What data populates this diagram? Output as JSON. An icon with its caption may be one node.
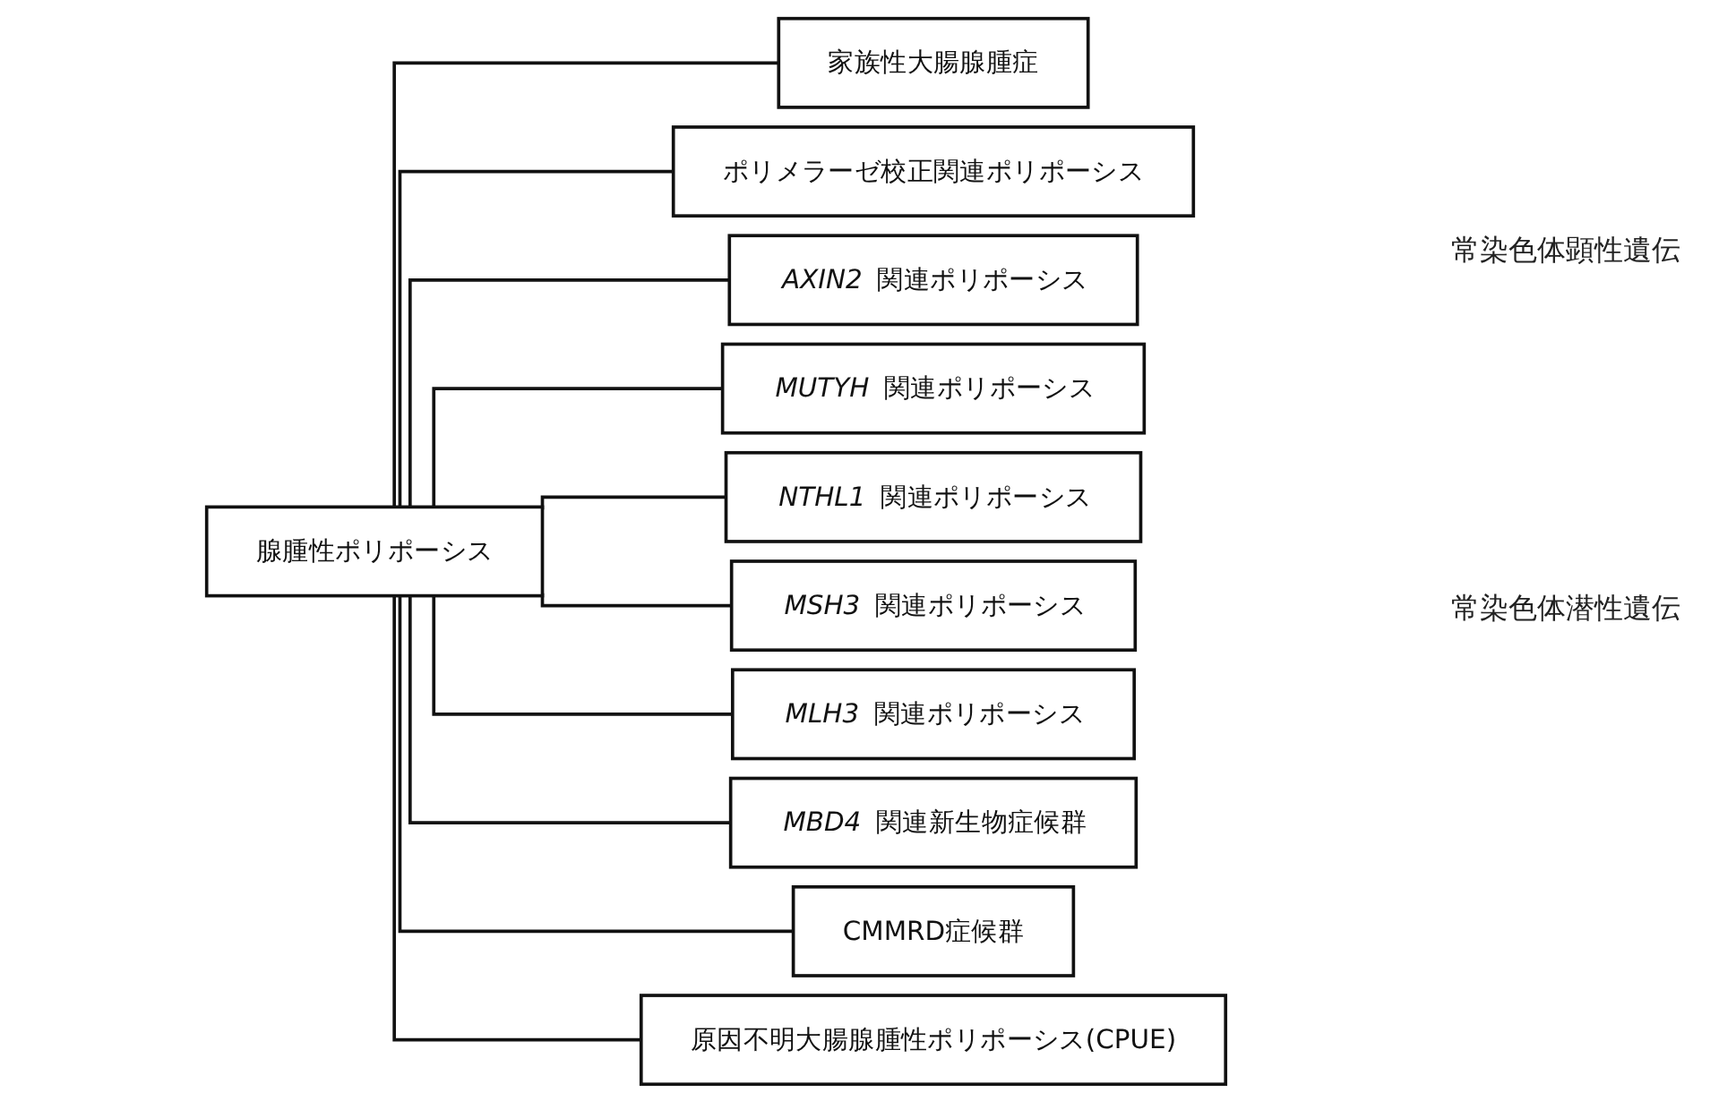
{
  "diagram": {
    "nodes": [
      {
        "text": [
          "腺腫性ポリポーシス"
        ]
      },
      {
        "text": [
          "家族性大腸腺腫症"
        ]
      },
      {
        "text": [
          "ポリメラーゼ校正関連ポリポーシス"
        ]
      },
      {
        "text": [
          "*AXIN2* 関連ポリポーシス"
        ]
      },
      {
        "text": [
          "*MUTYH* 関連ポリポーシス"
        ]
      },
      {
        "text": [
          "*NTHL1* 関連ポリポーシス"
        ]
      },
      {
        "text": [
          "*MSH3* 関連ポリポーシス"
        ]
      },
      {
        "text": [
          "*MLH3* 関連ポリポーシス"
        ]
      },
      {
        "text": [
          "*MBD4* 関連新生物症候群"
        ]
      },
      {
        "text": [
          "CMMRD症候群"
        ]
      },
      {
        "text": [
          "原因不明大腸腺腫性ポリポーシス(CPUE)"
        ]
      }
    ],
    "edges": [
      {
        "from": 0,
        "to": 1,
        "arrow": "none"
      },
      {
        "from": 0,
        "to": 2,
        "arrow": "none"
      },
      {
        "from": 0,
        "to": 3,
        "arrow": "none"
      },
      {
        "from": 0,
        "to": 4,
        "arrow": "none"
      },
      {
        "from": 0,
        "to": 5,
        "arrow": "none"
      },
      {
        "from": 0,
        "to": 6,
        "arrow": "none"
      },
      {
        "from": 0,
        "to": 7,
        "arrow": "none"
      },
      {
        "from": 0,
        "to": 8,
        "arrow": "none"
      },
      {
        "from": 0,
        "to": 9,
        "arrow": "none"
      },
      {
        "from": 0,
        "to": 10,
        "arrow": "none"
      }
    ],
    "labels": [
      "常染色体顕性遺伝",
      "常染色体潜性遺伝"
    ]
  }
}
